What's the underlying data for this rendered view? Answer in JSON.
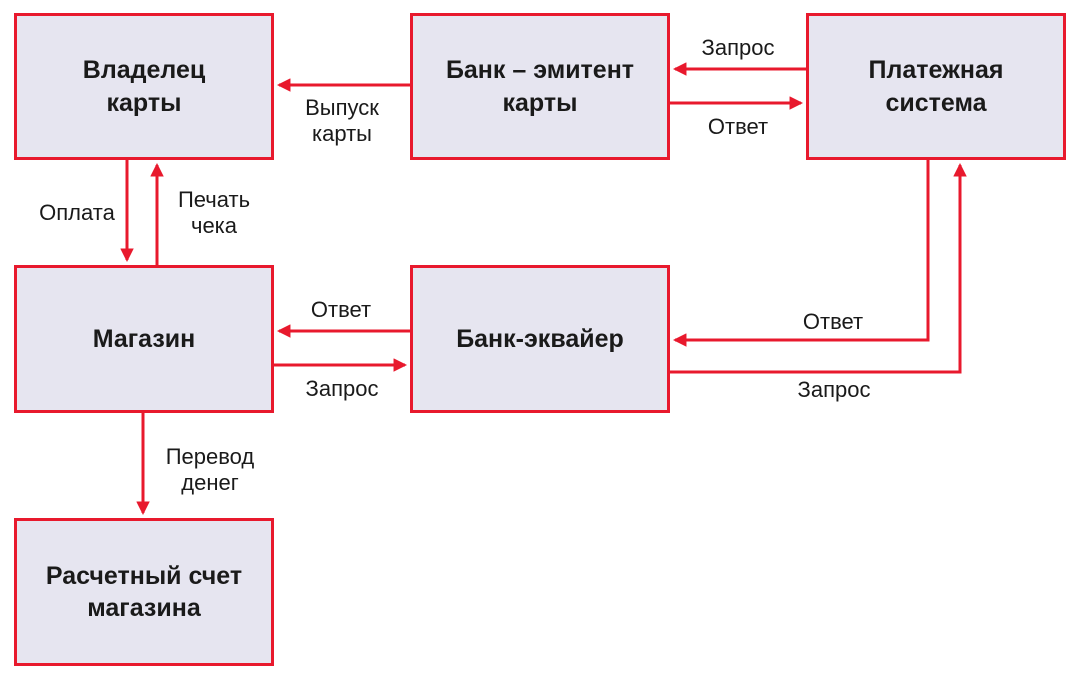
{
  "diagram": {
    "type": "flowchart",
    "colors": {
      "arrow": "#E8192D",
      "node_border": "#E8192D",
      "node_fill": "#E6E5F0",
      "text": "#1A1A1A",
      "background": "#FFFFFF"
    },
    "nodes": [
      {
        "id": "card-owner",
        "label": "Владелец\nкарты"
      },
      {
        "id": "issuing-bank",
        "label": "Банк – эмитент\nкарты"
      },
      {
        "id": "payment-system",
        "label": "Платежная\nсистема"
      },
      {
        "id": "store",
        "label": "Магазин"
      },
      {
        "id": "acquiring-bank",
        "label": "Банк-эквайер"
      },
      {
        "id": "store-account",
        "label": "Расчетный счет\nмагазина"
      }
    ],
    "edges": [
      {
        "from": "issuing-bank",
        "to": "card-owner",
        "label": "Выпуск\nкарты"
      },
      {
        "from": "payment-system",
        "to": "issuing-bank",
        "label": "Запрос"
      },
      {
        "from": "issuing-bank",
        "to": "payment-system",
        "label": "Ответ"
      },
      {
        "from": "card-owner",
        "to": "store",
        "label": "Оплата"
      },
      {
        "from": "store",
        "to": "card-owner",
        "label": "Печать\nчека"
      },
      {
        "from": "acquiring-bank",
        "to": "store",
        "label": "Ответ"
      },
      {
        "from": "store",
        "to": "acquiring-bank",
        "label": "Запрос"
      },
      {
        "from": "payment-system",
        "to": "acquiring-bank",
        "label": "Ответ"
      },
      {
        "from": "acquiring-bank",
        "to": "payment-system",
        "label": "Запрос"
      },
      {
        "from": "store",
        "to": "store-account",
        "label": "Перевод\nденег"
      }
    ]
  }
}
